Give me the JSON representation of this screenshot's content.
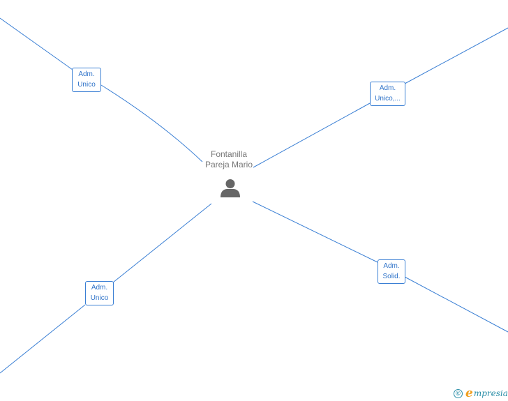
{
  "center": {
    "name_line1": "Fontanilla",
    "name_line2": "Pareja Mario",
    "icon": "person-icon"
  },
  "roles": [
    {
      "line1": "Adm.",
      "line2": "Unico"
    },
    {
      "line1": "Adm.",
      "line2": "Unico,..."
    },
    {
      "line1": "Adm.",
      "line2": "Unico"
    },
    {
      "line1": "Adm.",
      "line2": "Solid."
    }
  ],
  "watermark": {
    "symbol": "©",
    "brand_initial": "e",
    "brand_rest": "mpresia",
    "colors": {
      "initial": "#f0a020",
      "text": "#2c8fa8"
    }
  },
  "colors": {
    "edge": "#3a7fd4",
    "label_text": "#2f73c9",
    "center_text": "#777777",
    "icon": "#666666"
  }
}
